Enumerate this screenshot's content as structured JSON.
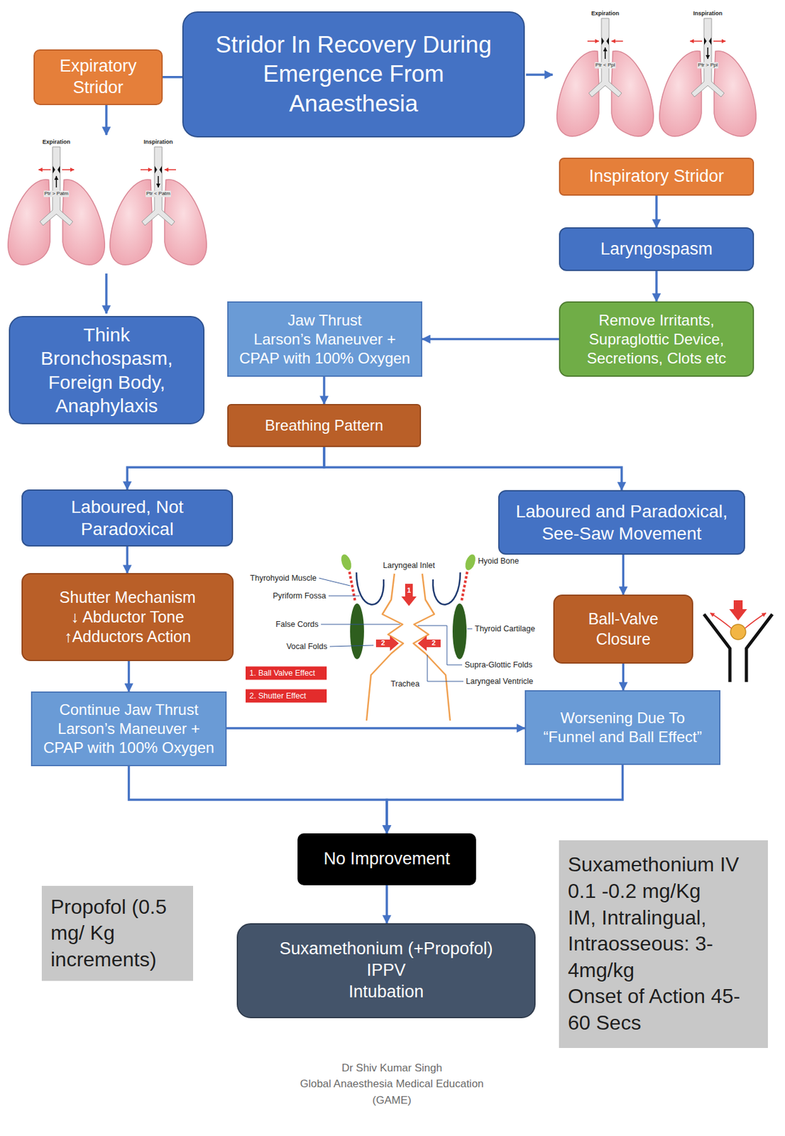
{
  "diagram": {
    "nodes": [
      {
        "text": [
          "Stridor In Recovery During Emergence From Anaesthesia"
        ]
      },
      {
        "text": [
          "Expiratory Stridor"
        ]
      },
      {
        "text": [
          "Inspiratory Stridor"
        ]
      },
      {
        "text": [
          "Laryngospasm"
        ]
      },
      {
        "text": [
          "Think Bronchospasm, Foreign Body, Anaphylaxis"
        ]
      },
      {
        "text": [
          "Jaw Thrust",
          "Larson’s Maneuver + CPAP with 100% Oxygen"
        ]
      },
      {
        "text": [
          "Remove Irritants, Supraglottic Device, Secretions, Clots etc"
        ]
      },
      {
        "text": [
          "Breathing Pattern"
        ]
      },
      {
        "text": [
          "Laboured, Not Paradoxical"
        ]
      },
      {
        "text": [
          "Laboured and Paradoxical, See-Saw Movement"
        ]
      },
      {
        "text": [
          "Shutter Mechanism",
          "↓ Abductor Tone",
          "↑Adductors Action"
        ]
      },
      {
        "text": [
          "Ball-Valve Closure"
        ]
      },
      {
        "text": [
          "Continue Jaw Thrust",
          "Larson’s Maneuver + CPAP with 100% Oxygen"
        ]
      },
      {
        "text": [
          "Worsening Due To “Funnel and Ball Effect”"
        ]
      },
      {
        "text": [
          "No Improvement"
        ]
      },
      {
        "text": [
          "Suxamethonium IV 0.1 -0.2 mg/Kg",
          "IM, Intralingual, Intraosseous: 3-4mg/kg",
          "Onset of Action 45-60 Secs"
        ]
      },
      {
        "text": [
          "Propofol (0.5 mg/ Kg increments)"
        ]
      },
      {
        "text": [
          "Suxamethonium (+Propofol)",
          "IPPV",
          "Intubation"
        ]
      }
    ],
    "edges": [
      {
        "from": 0,
        "to": 1,
        "arrow": "none"
      },
      {
        "from": 2,
        "to": 3,
        "arrow": "to"
      },
      {
        "from": 3,
        "to": 6,
        "arrow": "to"
      },
      {
        "from": 6,
        "to": 5,
        "arrow": "to"
      },
      {
        "from": 5,
        "to": 7,
        "arrow": "to"
      },
      {
        "from": 7,
        "to": 8,
        "arrow": "to"
      },
      {
        "from": 7,
        "to": 9,
        "arrow": "to"
      },
      {
        "from": 8,
        "to": 10,
        "arrow": "to"
      },
      {
        "from": 10,
        "to": 12,
        "arrow": "to"
      },
      {
        "from": 9,
        "to": 11,
        "arrow": "to"
      },
      {
        "from": 11,
        "to": 13,
        "arrow": "to"
      },
      {
        "from": 12,
        "to": 13,
        "arrow": "to"
      },
      {
        "from": 12,
        "to": 14,
        "arrow": "to"
      },
      {
        "from": 13,
        "to": 14,
        "arrow": "to"
      },
      {
        "from": 14,
        "to": 17,
        "arrow": "to"
      }
    ],
    "labels": [
      "Expiration",
      "Inspiration",
      "Ptr < Ppl",
      "Ptr > Ppl",
      "Expiration",
      "Inspiration",
      "Ptr > Patm",
      "Ptr < Patm",
      "Thyrohyoid Muscle",
      "Laryngeal Inlet",
      "Hyoid Bone",
      "Pyriform Fossa",
      "1",
      "False Cords",
      "Thyroid Cartilage",
      "Vocal Folds",
      "2",
      "2",
      "Supra-Glottic Folds",
      "1. Ball Valve Effect",
      "Trachea",
      "Laryngeal Ventricle",
      "2. Shutter Effect",
      "Dr Shiv Kumar Singh",
      "Global Anaesthesia Medical Education",
      "(GAME)"
    ]
  }
}
